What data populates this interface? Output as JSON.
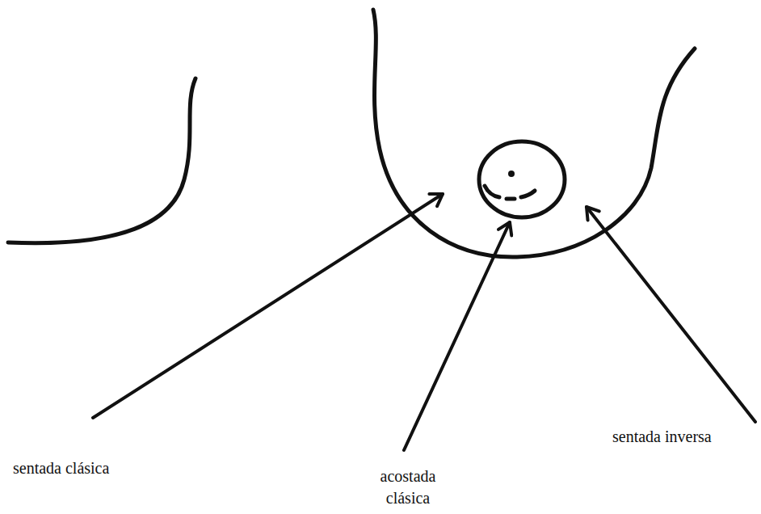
{
  "diagram": {
    "labels": [
      "sentada clásica",
      "acostada clásica",
      "sentada inversa"
    ]
  }
}
